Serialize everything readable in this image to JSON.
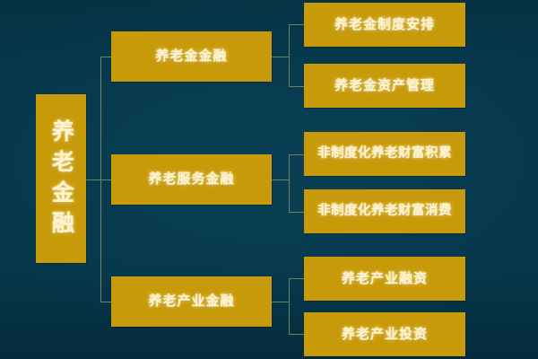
{
  "diagram": {
    "type": "hierarchy-tree",
    "title": "养老金融",
    "colors": {
      "background": "#06374b",
      "node_fill": "#c79a0a",
      "node_text": "#fdf3cf",
      "connector": "#6f8460"
    },
    "root": {
      "label": "养老金融"
    },
    "branches": [
      {
        "label": "养老金金融",
        "children": [
          {
            "label": "养老金制度安排"
          },
          {
            "label": "养老金资产管理"
          }
        ]
      },
      {
        "label": "养老服务金融",
        "children": [
          {
            "label": "非制度化养老财富积累"
          },
          {
            "label": "非制度化养老财富消费"
          }
        ]
      },
      {
        "label": "养老产业金融",
        "children": [
          {
            "label": "养老产业融资"
          },
          {
            "label": "养老产业投资"
          }
        ]
      }
    ]
  }
}
